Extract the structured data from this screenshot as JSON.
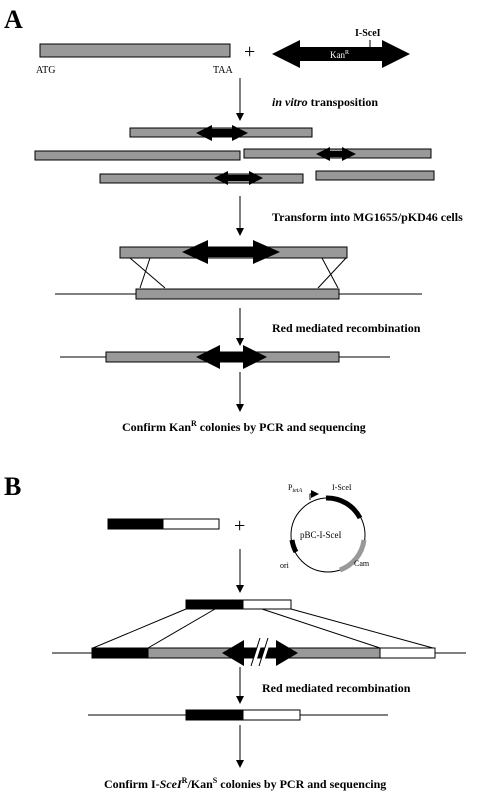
{
  "panels": {
    "a": {
      "label": "A"
    },
    "b": {
      "label": "B"
    }
  },
  "panel_a": {
    "start_codon": "ATG",
    "stop_codon": "TAA",
    "plus_sign": "+",
    "cassette_label": "Kan",
    "cassette_label_sup": "R",
    "site_label": "I-SceI",
    "step1_italic": "in vitro",
    "step1_rest": " transposition",
    "step2": "Transform into MG1655/pKD46 cells",
    "step3": "Red mediated recombination",
    "step4_pre": "Confirm Kan",
    "step4_sup": "R",
    "step4_post": " colonies by PCR and sequencing"
  },
  "panel_b": {
    "plus_sign": "+",
    "plasmid_name": "pBC-I-SceI",
    "promoter_main": "P",
    "promoter_sub": "tetA",
    "plasmid_site": "I-SceI",
    "plasmid_cam": "Cam",
    "plasmid_ori": "ori",
    "step1": "Red mediated recombination",
    "step2_pre": "Confirm I-",
    "step2_italic": "SceI",
    "step2_sup1": "R",
    "step2_mid": "/Kan",
    "step2_sup2": "S",
    "step2_post": " colonies by PCR and sequencing"
  },
  "colors": {
    "gene_bar": "#999999",
    "cassette": "#000000",
    "open_segment": "#ffffff",
    "cam_marker": "#999999"
  }
}
